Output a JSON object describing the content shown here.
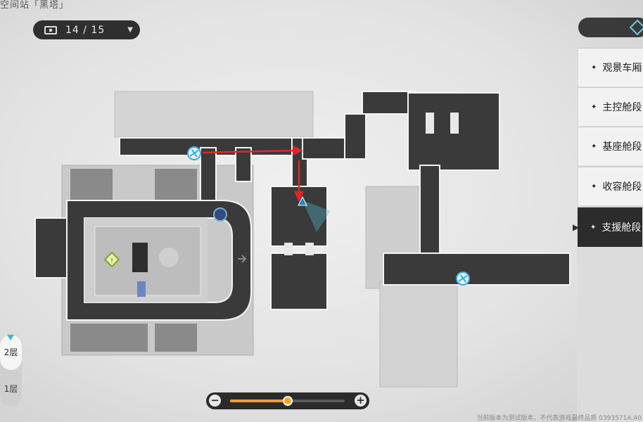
{
  "header": {
    "location_title": "空间站「黑塔」"
  },
  "chest_counter": {
    "icon": "treasure-chest-icon",
    "count": "14 / 15",
    "dropdown_icon": "triangle-down-icon"
  },
  "areas": [
    {
      "label": "观景车厢",
      "active": false
    },
    {
      "label": "主控舱段",
      "active": false
    },
    {
      "label": "基座舱段",
      "active": false
    },
    {
      "label": "收容舱段",
      "active": false
    },
    {
      "label": "支援舱段",
      "active": true
    }
  ],
  "floors": [
    {
      "label": "2层",
      "active": true
    },
    {
      "label": "1层",
      "active": false
    }
  ],
  "zoom": {
    "minus": "−",
    "plus": "+",
    "level": 0.5
  },
  "footer": {
    "version_text": "当前版本为测试版本，不代表游戏最终品质 0393571A.A0"
  },
  "colors": {
    "corridor": "#3a3a3a",
    "teleport": "#3fa9e0",
    "route_arrow": "#e0262b",
    "slider": "#f5a623"
  }
}
